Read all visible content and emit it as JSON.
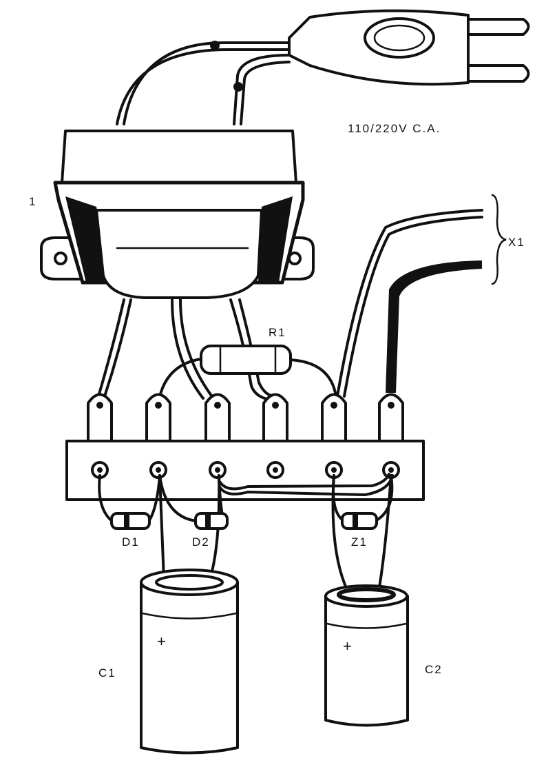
{
  "labels": {
    "supply": "110/220V C.A.",
    "transformer": "1",
    "output": "X1",
    "resistor": "R1",
    "diode1": "D1",
    "diode2": "D2",
    "zener": "Z1",
    "cap1": "C1",
    "cap2": "C2",
    "cap1_plus": "+",
    "cap2_plus": "+"
  }
}
